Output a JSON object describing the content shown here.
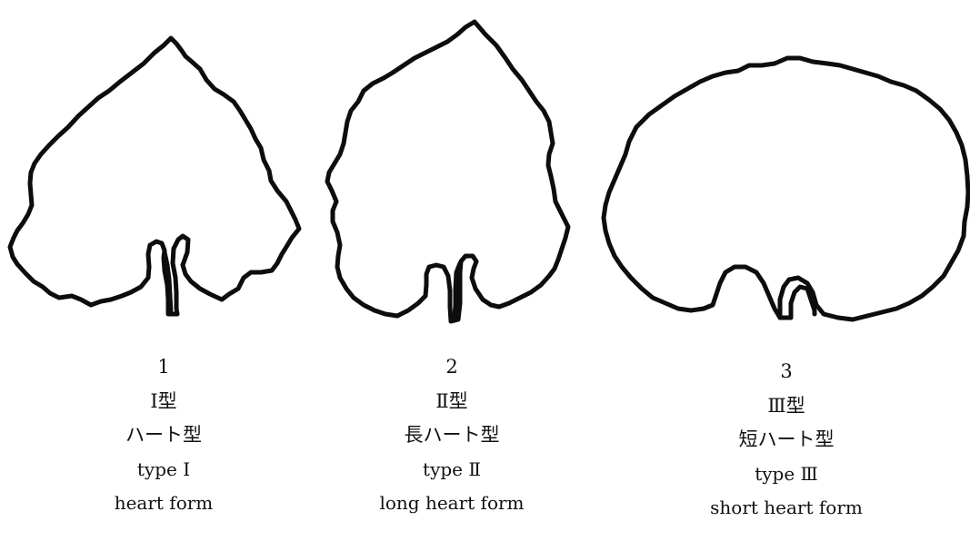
{
  "leaves": [
    {
      "number": "1",
      "type_jp": "Ⅰ型",
      "form_jp": "ハート型",
      "type_en": "type Ⅰ",
      "form_en": "heart form"
    },
    {
      "number": "2",
      "type_jp": "Ⅱ型",
      "form_jp": "長ハート型",
      "type_en": "type Ⅱ",
      "form_en": "long heart form"
    },
    {
      "number": "3",
      "type_jp": "Ⅲ型",
      "form_jp": "短ハート型",
      "type_en": "type Ⅲ",
      "form_en": "short heart form"
    }
  ]
}
